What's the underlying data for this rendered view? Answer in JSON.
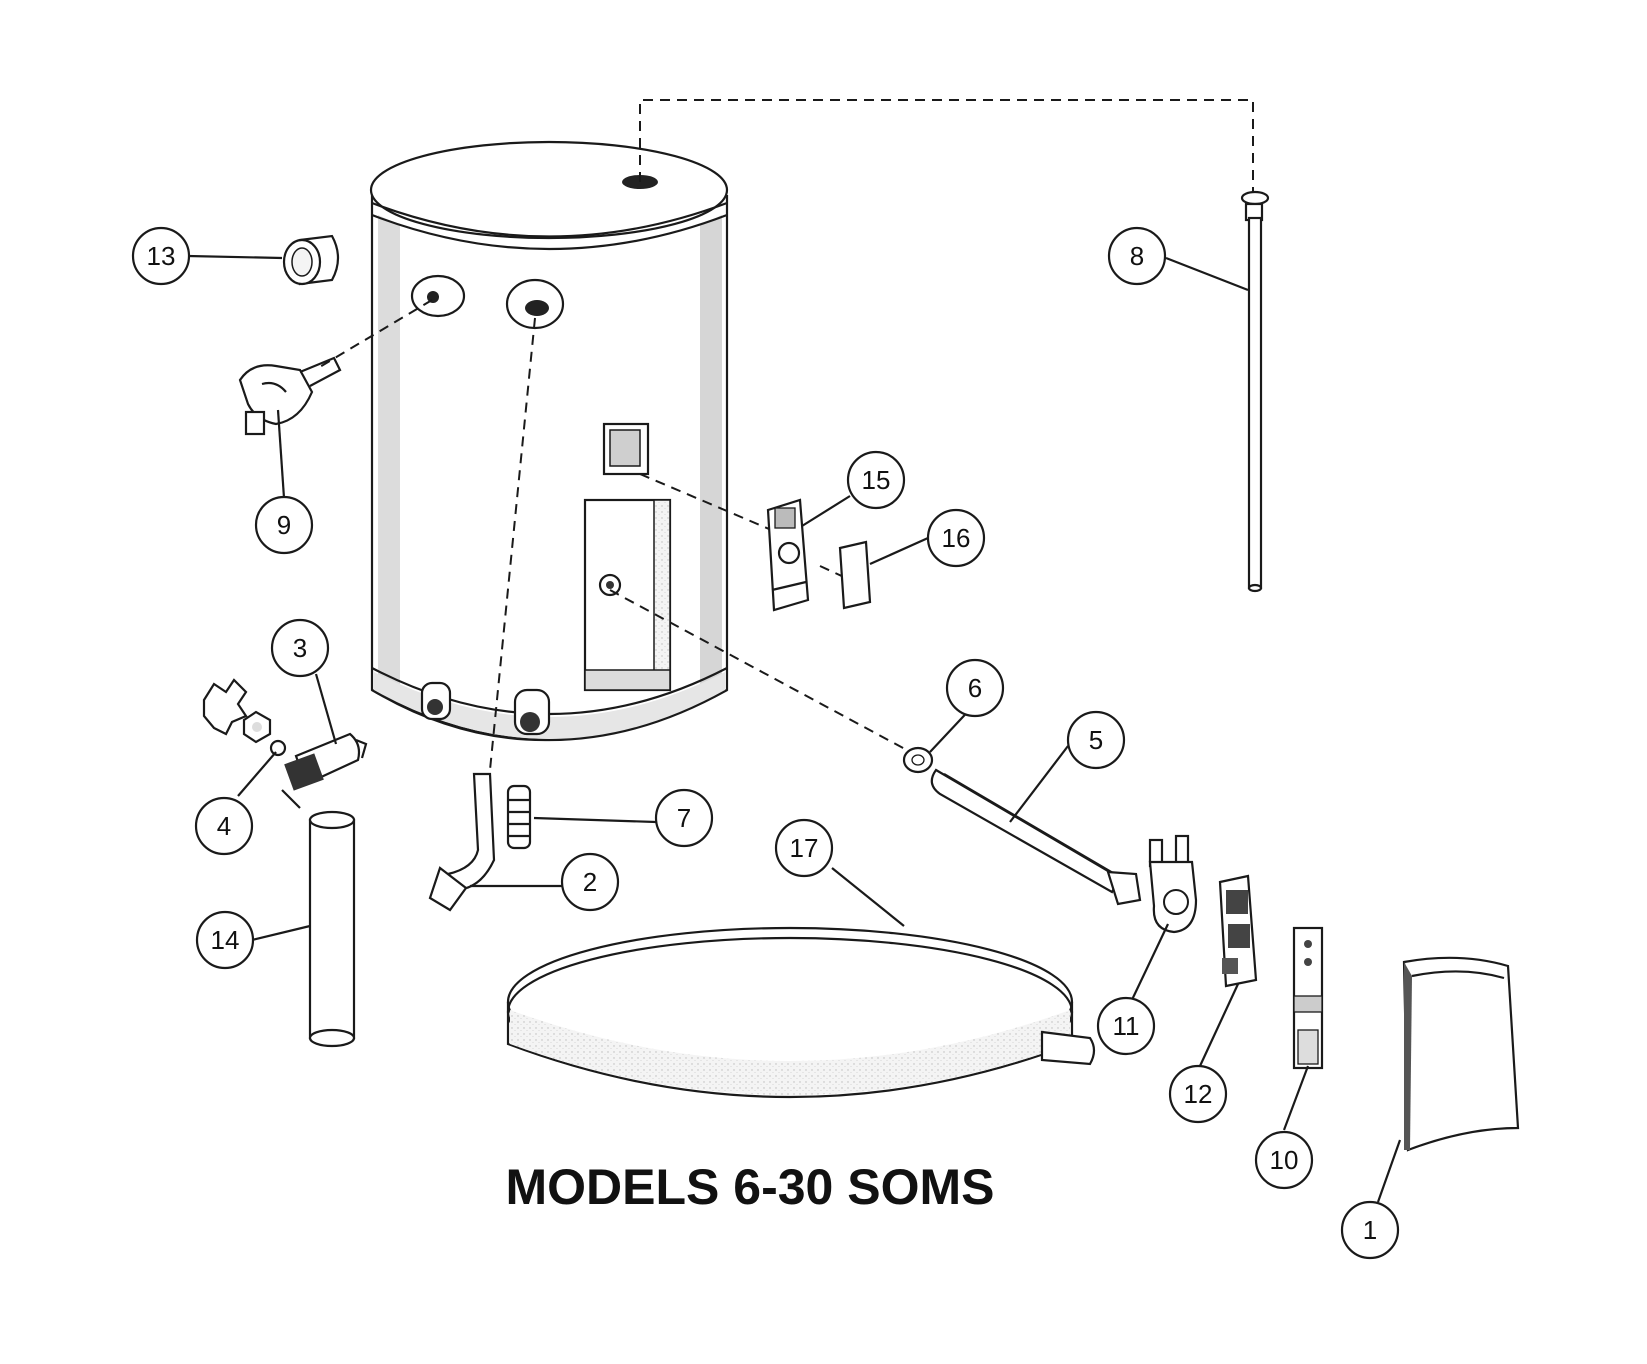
{
  "title": "MODELS 6-30 SOMS",
  "callouts": [
    "1",
    "2",
    "3",
    "4",
    "5",
    "6",
    "7",
    "8",
    "9",
    "10",
    "11",
    "12",
    "13",
    "14",
    "15",
    "16",
    "17"
  ]
}
